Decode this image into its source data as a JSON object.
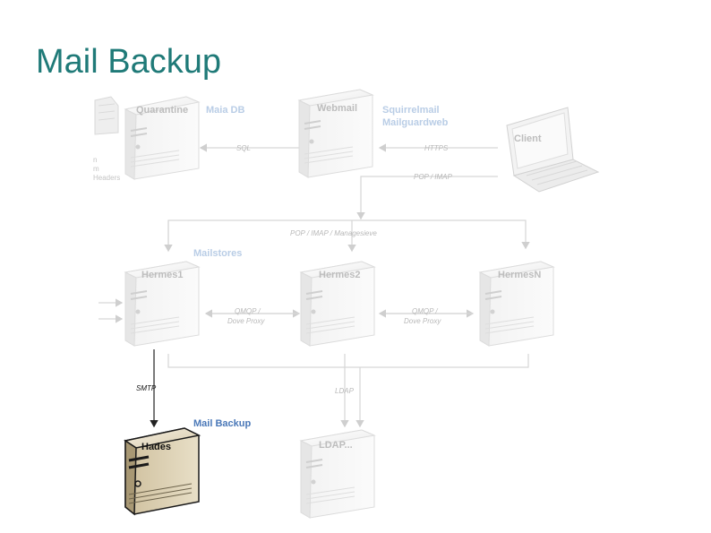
{
  "title": "Mail Backup",
  "nodes": {
    "quarantine": "Quarantine",
    "maia_db": "Maia DB",
    "webmail": "Webmail",
    "squirrelmail": "Squirrelmail",
    "mailguardweb": "Mailguardweb",
    "client": "Client",
    "mailstores": "Mailstores",
    "hermes1": "Hermes1",
    "hermes2": "Hermes2",
    "hermesN": "HermesN",
    "mail_backup": "Mail Backup",
    "hades": "Hades",
    "ldap_node": "LDAP..."
  },
  "edges": {
    "sql": "SQL",
    "https": "HTTPS",
    "pop_imap": "POP / IMAP",
    "pop_imap_managesieve": "POP / IMAP / Managesieve",
    "qmqp_1": "QMQP /",
    "dove_proxy_1": "Dove Proxy",
    "qmqp_2": "QMQP /",
    "dove_proxy_2": "Dove Proxy",
    "smtp": "SMTP",
    "ldap": "LDAP"
  },
  "cutoff_fragments": {
    "line1": "n",
    "line2": "m",
    "line3": "Headers"
  },
  "colors": {
    "title": "#1f7a78",
    "faded_label": "#b8b8b8",
    "blue_label": "#4a78b8",
    "hades_body": "#d9cdb0"
  }
}
